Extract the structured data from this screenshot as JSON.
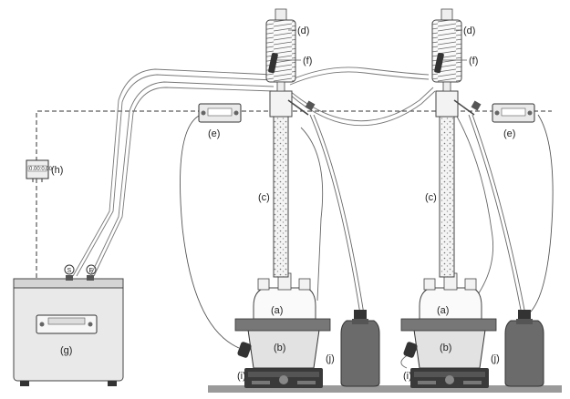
{
  "labels": {
    "a": "(a)",
    "b": "(b)",
    "c": "(c)",
    "d": "(d)",
    "e": "(e)",
    "f": "(f)",
    "g": "(g)",
    "h": "(h)",
    "i": "(i)",
    "j": "(j)"
  },
  "bath_ports": {
    "s": "S",
    "e": "E"
  },
  "timer_text": "0.00:0.00"
}
